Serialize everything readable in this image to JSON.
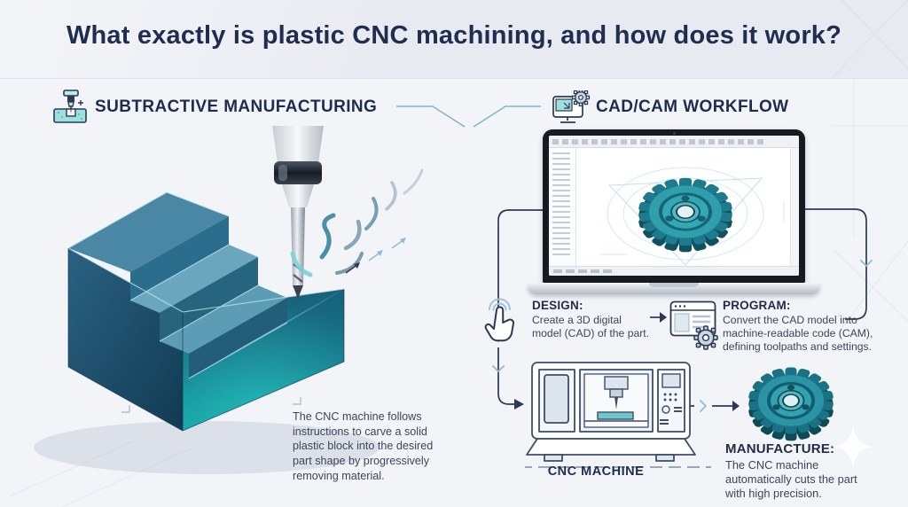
{
  "title": {
    "pre": "What exactly is ",
    "highlight": "plastic CNC machining",
    "post": ", and how does it work?"
  },
  "sections": {
    "subtractive": {
      "heading": "SUBTRACTIVE MANUFACTURING",
      "caption": "The CNC machine follows instructions to carve a solid plastic block into the desired part shape by progressively removing material."
    },
    "workflow": {
      "heading": "CAD/CAM WORKFLOW",
      "steps": [
        {
          "id": "design",
          "label": "DESIGN:",
          "description": "Create a 3D digital model (CAD) of the part."
        },
        {
          "id": "program",
          "label": "PROGRAM:",
          "description": "Convert the CAD model into machine-readable code (CAM), defining toolpaths and settings."
        },
        {
          "id": "manufacture",
          "label": "MANUFACTURE:",
          "description": "The CNC machine automatically cuts the part with high precision."
        }
      ],
      "machine_label": "CNC MACHINE"
    }
  },
  "icons": {
    "subtractive_heading": "milling-tool-block-icon",
    "workflow_heading": "monitor-gear-icon",
    "design_step": "tap-hand-icon",
    "program_step": "browser-gear-icon"
  },
  "colors": {
    "header_band": "#e8eaf1",
    "background": "#f2f4f8",
    "heading_text": "#1e2c4d",
    "body_text": "#3c4658",
    "teal_accent": "#2a93a3",
    "connector_dark": "#2b3a52",
    "connector_light": "#8fbdd4"
  }
}
